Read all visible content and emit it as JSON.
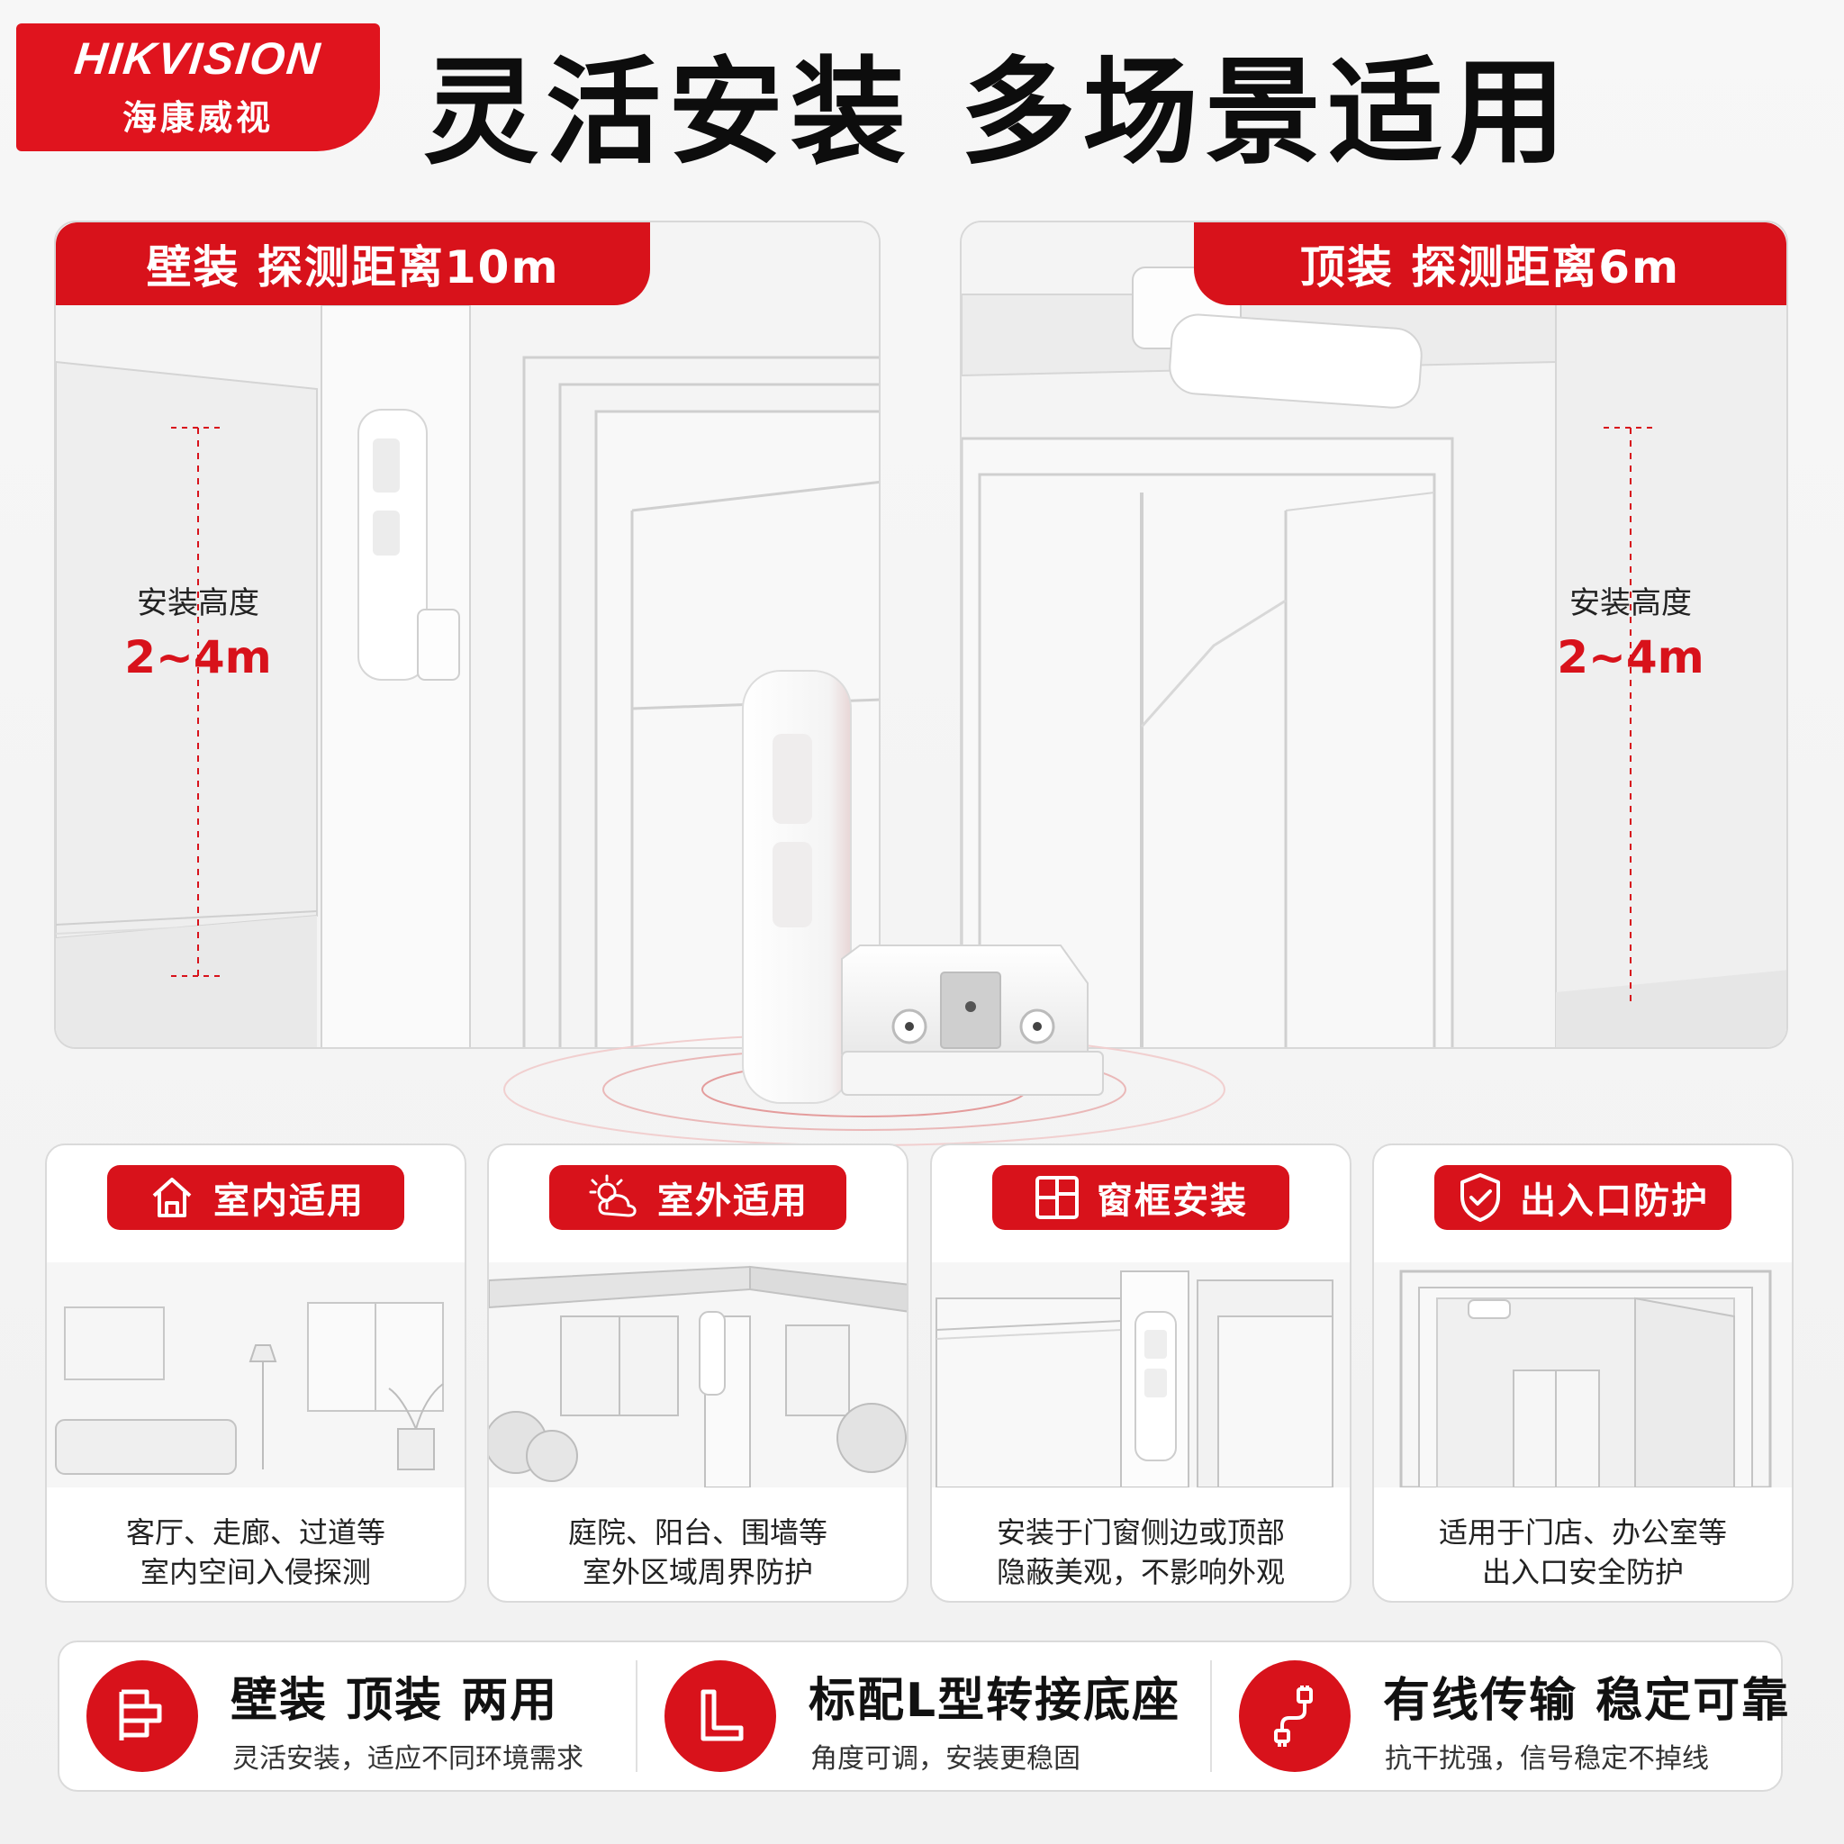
{
  "brand": {
    "name_en": "HIKVISION",
    "name_cn": "海康威视"
  },
  "headline": "灵活安装 多场景适用",
  "scenes": [
    {
      "tag": "壁装  探测距离10m",
      "height_label": "安装高度",
      "height_value": "2~4m"
    },
    {
      "tag": "顶装  探测距离6m",
      "height_label": "安装高度",
      "height_value": "2~4m"
    }
  ],
  "cards": [
    {
      "tag": "室内适用",
      "icon": "house-icon",
      "line1": "客厅、走廊、过道等",
      "line2": "室内空间入侵探测"
    },
    {
      "tag": "室外适用",
      "icon": "sun-cloud-icon",
      "line1": "庭院、阳台、围墙等",
      "line2": "室外区域周界防护"
    },
    {
      "tag": "窗框安装",
      "icon": "window-frame-icon",
      "line1": "安装于门窗侧边或顶部",
      "line2": "隐蔽美观，不影响外观"
    },
    {
      "tag": "出入口防护",
      "icon": "shield-check-icon",
      "line1": "适用于门店、办公室等",
      "line2": "出入口安全防护"
    }
  ],
  "features": [
    {
      "title": "壁装 顶装 两用",
      "sub": "灵活安装，适应不同环境需求",
      "icon": "wall-mount-icon"
    },
    {
      "title": "标配L型转接底座",
      "sub": "角度可调，安装更稳固",
      "icon": "l-bracket-icon"
    },
    {
      "title": "有线传输 稳定可靠",
      "sub": "抗干扰强，信号稳定不掉线",
      "icon": "cable-icon"
    }
  ],
  "colors": {
    "brand_red": "#d8121b",
    "logo_red": "#e0141e"
  }
}
